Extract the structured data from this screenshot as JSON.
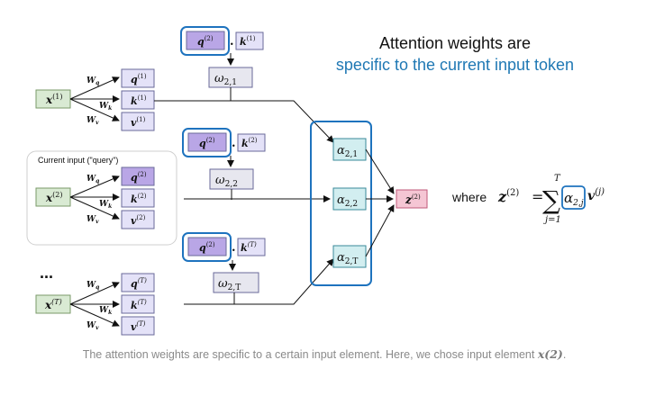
{
  "headline": {
    "line1": "Attention weights are",
    "line2": "specific to the current input token"
  },
  "current_input_label": "Current input (\"query\")",
  "ellipsis": "...",
  "weights": {
    "q": "W",
    "q_sub": "q",
    "k": "W",
    "k_sub": "k",
    "v": "W",
    "v_sub": "v"
  },
  "inputs": [
    {
      "base": "x",
      "sup": "(1)"
    },
    {
      "base": "x",
      "sup": "(2)"
    },
    {
      "base": "x",
      "sup": "(T)"
    }
  ],
  "qkv_rows": [
    {
      "q": "q",
      "k": "k",
      "v": "v",
      "sup": "(1)"
    },
    {
      "q": "q",
      "k": "k",
      "v": "v",
      "sup": "(2)"
    },
    {
      "q": "q",
      "k": "k",
      "v": "v",
      "sup": "(T)"
    }
  ],
  "dot_products": [
    {
      "q": "q",
      "q_sup": "(2)",
      "k": "k",
      "k_sup": "(1)",
      "dot": "."
    },
    {
      "q": "q",
      "q_sup": "(2)",
      "k": "k",
      "k_sup": "(2)",
      "dot": "."
    },
    {
      "q": "q",
      "q_sup": "(2)",
      "k": "k",
      "k_sup": "(T)",
      "dot": "."
    }
  ],
  "omegas": [
    {
      "base": "ω",
      "sub": "2,1"
    },
    {
      "base": "ω",
      "sub": "2,2"
    },
    {
      "base": "ω",
      "sub": "2,T"
    }
  ],
  "alphas": [
    {
      "base": "α",
      "sub": "2,1"
    },
    {
      "base": "α",
      "sub": "2,2"
    },
    {
      "base": "α",
      "sub": "2,T"
    }
  ],
  "output": {
    "base": "z",
    "sup": "(2)"
  },
  "formula": {
    "where": "where",
    "lhs": "z",
    "lhs_sup": "(2)",
    "eq": "=",
    "sum": "∑",
    "upper": "T",
    "lower": "j=1",
    "alpha": "α",
    "alpha_sub": "2,j",
    "v": "v",
    "v_sup": "(j)"
  },
  "caption": {
    "text": "The attention weights are specific to a certain input element. Here, we chose input element ",
    "emph": "x(2)",
    "end": "."
  },
  "colors": {
    "input_fill": "#d9ead3",
    "input_stroke": "#7a9a6a",
    "q_fill": "#d9d2f0",
    "q_fill_dark": "#b9a6e6",
    "kv_fill": "#e4e2f8",
    "box_stroke": "#6a6a9a",
    "omega_fill": "#e7e7ef",
    "alpha_fill": "#d2eef0",
    "alpha_stroke": "#3a8a9a",
    "z_fill": "#f5c6d4",
    "z_stroke": "#c05a7a",
    "blue_highlight": "#1e73be",
    "headline_blue": "#1f78b4"
  }
}
